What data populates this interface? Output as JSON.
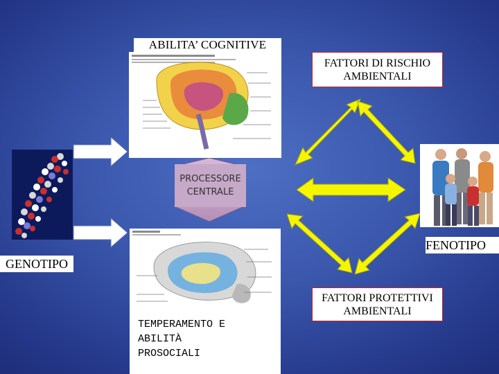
{
  "labels": {
    "cognitive": "ABILITA’ COGNITIVE",
    "risk_line1": "FATTORI DI RISCHIO",
    "risk_line2": "AMBIENTALI",
    "processor_line1": "PROCESSORE",
    "processor_line2": "CENTRALE",
    "genotype": "GENOTIPO",
    "phenotype": "FENOTIPO",
    "protect_line1": "FATTORI PROTETTIVI",
    "protect_line2": "AMBIENTALI",
    "temperament_line1": "TEMPERAMENTO E",
    "temperament_line2": "ABILITÀ",
    "temperament_line3": "PROSOCIALI"
  },
  "images": {
    "brain_top": "brain-sagittal-diagram",
    "brain_bottom": "limbic-system-diagram",
    "dna": "dna-molecule-model",
    "family": "family-photo"
  },
  "colors": {
    "background": "#3a57ac",
    "arrow_white": "#ffffff",
    "arrow_yellow": "#f5f500",
    "processor_fill": "#c6a8c8",
    "box_border": "#cc2222"
  }
}
